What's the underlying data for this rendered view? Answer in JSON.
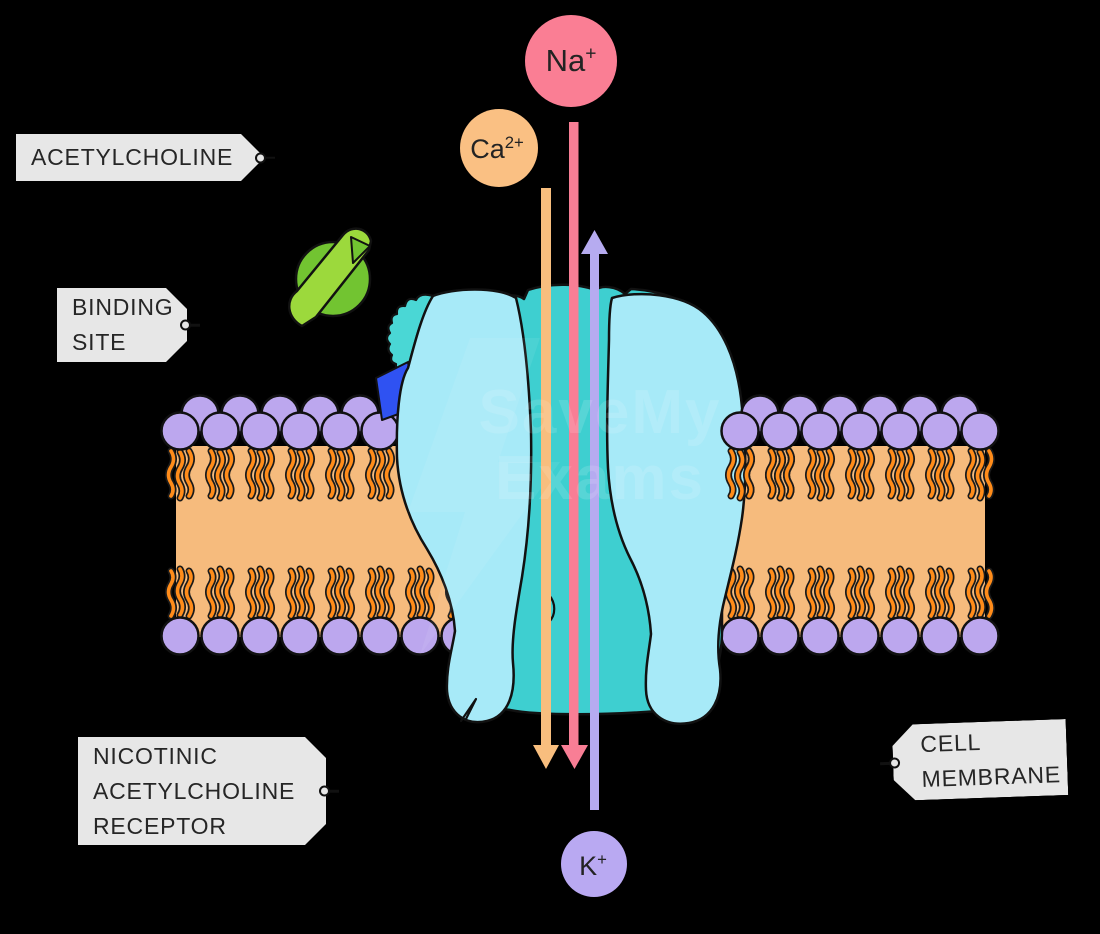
{
  "labels": {
    "acetylcholine": {
      "lines": [
        "ACETYLCHOLINE"
      ]
    },
    "binding_site": {
      "lines": [
        "BINDING",
        "SITE"
      ]
    },
    "nicotinic_receptor": {
      "lines": [
        "NICOTINIC",
        "ACETYLCHOLINE",
        "RECEPTOR"
      ]
    },
    "cell_membrane": {
      "lines": [
        "CELL",
        "MEMBRANE"
      ]
    }
  },
  "ions": {
    "sodium": {
      "symbol": "Na",
      "charge": "+"
    },
    "calcium": {
      "symbol": "Ca",
      "charge": "2+"
    },
    "potassium": {
      "symbol": "K",
      "charge": "+"
    }
  },
  "watermark": {
    "line1": "SaveMy",
    "line2": "Exams"
  },
  "colors": {
    "background": "#000000",
    "membrane_head": "#BCA7EE",
    "membrane_interior": "#F6BB7D",
    "membrane_tail": "#FF8C1A",
    "receptor_front": "#A7EAF8",
    "receptor_back": "#3ECFD0",
    "receptor_scallop": "#4AD7D5",
    "binding_site_blue": "#2F52F2",
    "acetylcholine_sphere": "#72C431",
    "acetylcholine_ribbon": "#9CD93C",
    "sodium_pink": "#FA7E94",
    "sodium_arrow": "#F87E95",
    "calcium_orange": "#FAC083",
    "calcium_arrow": "#F8BE7E",
    "potassium_purple": "#B9A9F2",
    "potassium_arrow": "#B6ABF0",
    "label_tag": "#E7E7E7",
    "label_text": "#262626"
  }
}
